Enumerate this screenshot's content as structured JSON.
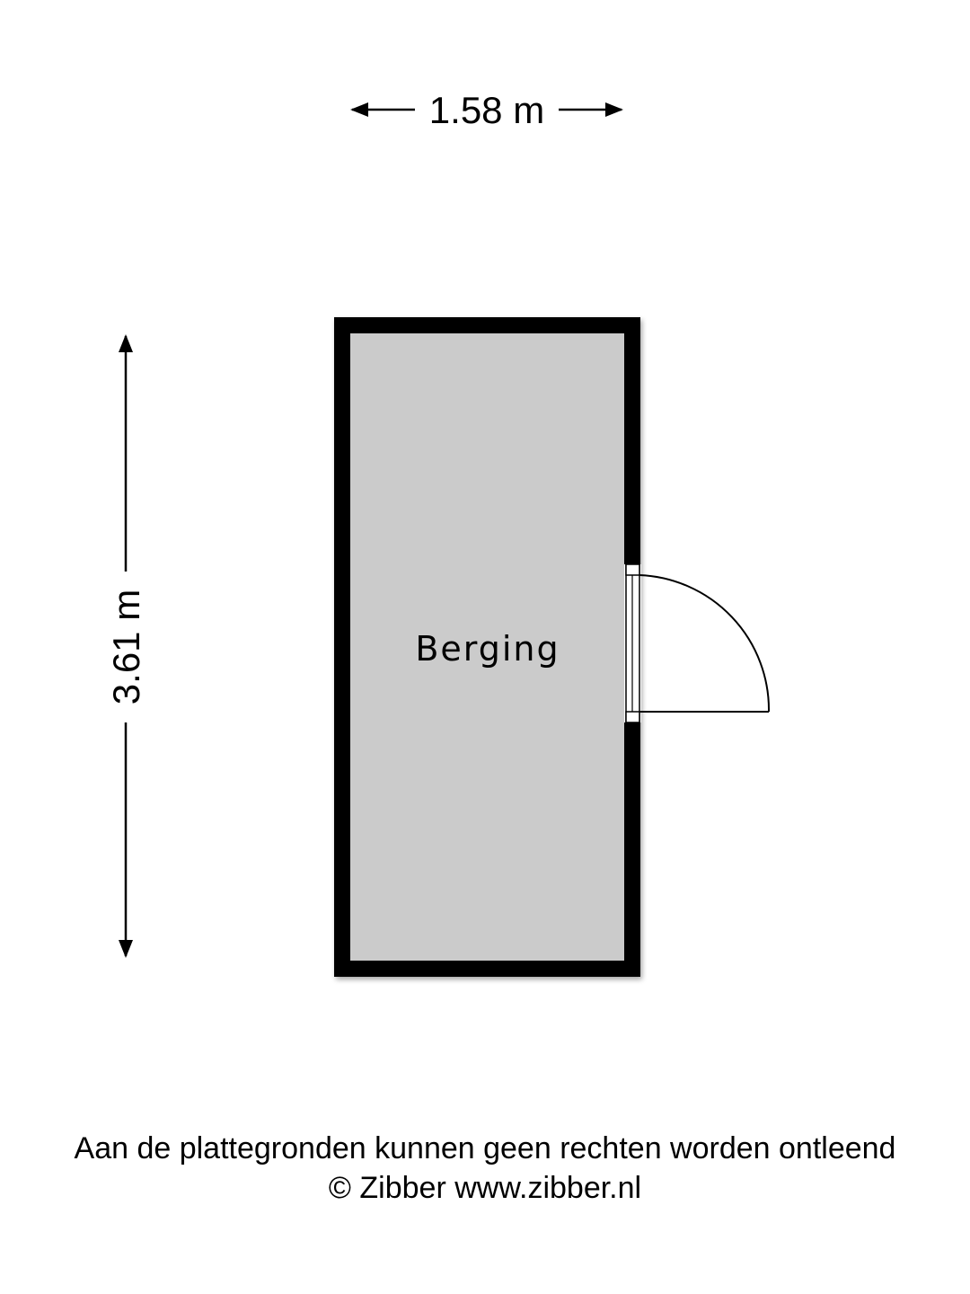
{
  "dimensions": {
    "width_label": "1.58 m",
    "height_label": "3.61 m"
  },
  "room": {
    "name": "Berging"
  },
  "footer": {
    "disclaimer": "Aan de plattegronden kunnen geen rechten worden ontleend",
    "copyright": "© Zibber www.zibber.nl"
  },
  "colors": {
    "wall": "#000000",
    "floor": "#cbcbcb",
    "background": "#ffffff"
  }
}
